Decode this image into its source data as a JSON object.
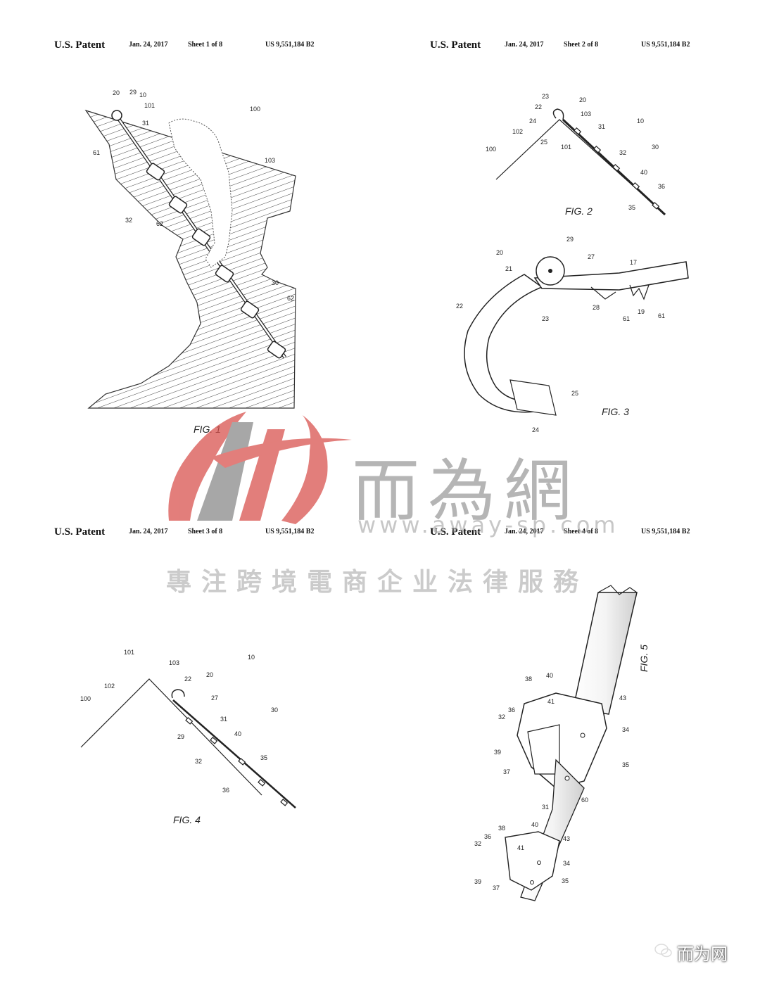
{
  "sheets": [
    {
      "patent": "U.S. Patent",
      "date": "Jan. 24, 2017",
      "sheet": "Sheet 1 of 8",
      "number": "US 9,551,184 B2"
    },
    {
      "patent": "U.S. Patent",
      "date": "Jan. 24, 2017",
      "sheet": "Sheet 2 of 8",
      "number": "US 9,551,184 B2"
    },
    {
      "patent": "U.S. Patent",
      "date": "Jan. 24, 2017",
      "sheet": "Sheet 3 of 8",
      "number": "US 9,551,184 B2"
    },
    {
      "patent": "U.S. Patent",
      "date": "Jan. 24, 2017",
      "sheet": "Sheet 4 of 8",
      "number": "US 9,551,184 B2"
    }
  ],
  "figures": {
    "fig1": {
      "title": "FIG. 1",
      "labels": [
        "20",
        "29",
        "10",
        "101",
        "31",
        "61",
        "100",
        "103",
        "32",
        "62",
        "62",
        "30"
      ]
    },
    "fig2": {
      "title": "FIG. 2",
      "labels": [
        "23",
        "20",
        "22",
        "103",
        "24",
        "102",
        "10",
        "100",
        "25",
        "101",
        "31",
        "32",
        "30",
        "40",
        "36",
        "35"
      ]
    },
    "fig3": {
      "title": "FIG. 3",
      "labels": [
        "29",
        "20",
        "21",
        "27",
        "17",
        "22",
        "28",
        "19",
        "61",
        "61",
        "23",
        "25",
        "24"
      ]
    },
    "fig4": {
      "title": "FIG. 4",
      "labels": [
        "101",
        "103",
        "10",
        "22",
        "20",
        "100",
        "102",
        "27",
        "30",
        "31",
        "29",
        "40",
        "32",
        "35",
        "36"
      ]
    },
    "fig5": {
      "title": "FIG. 5",
      "labels": [
        "38",
        "40",
        "41",
        "43",
        "32",
        "36",
        "34",
        "39",
        "37",
        "35",
        "60",
        "31",
        "40",
        "38",
        "36",
        "32",
        "41",
        "43",
        "34",
        "39",
        "37",
        "35"
      ]
    }
  },
  "watermark": {
    "title": "而為網",
    "url": "www.away-sp.com",
    "slogan": "專注跨境電商企业法律服務",
    "logo_color": "#d9534f"
  },
  "wechat_tag": "而为网"
}
